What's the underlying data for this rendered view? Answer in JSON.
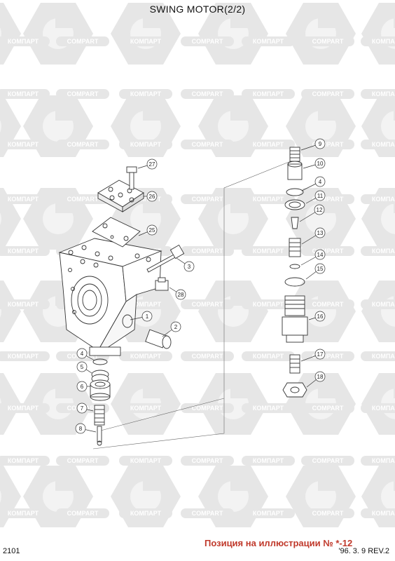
{
  "title": "SWING MOTOR(2/2)",
  "page_number": "2101",
  "revision": "'96. 3. 9  REV.2",
  "note": "Позиция на иллюстрации № *-12",
  "watermark": {
    "label_a": "КОМПАРТ",
    "label_b": "COMPART",
    "color": "#e6e6e6"
  },
  "callouts": [
    "1",
    "2",
    "3",
    "4",
    "5",
    "6",
    "7",
    "8",
    "9",
    "10",
    "4",
    "11",
    "12",
    "13",
    "14",
    "15",
    "16",
    "17",
    "18",
    "25",
    "26",
    "27",
    "28"
  ]
}
